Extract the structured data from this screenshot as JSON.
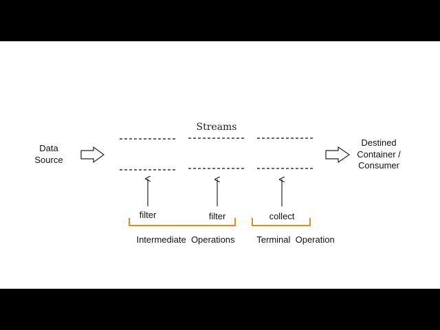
{
  "diagram": {
    "title": "Streams",
    "source": {
      "line1": "Data",
      "line2": "Source"
    },
    "destination": {
      "line1": "Destined",
      "line2": "Container /",
      "line3": "Consumer"
    },
    "operations": [
      {
        "label": "filter"
      },
      {
        "label": "filter"
      },
      {
        "label": "collect"
      }
    ],
    "groups": {
      "intermediate": "Intermediate  Operations",
      "terminal": "Terminal  Operation"
    },
    "brace_color": "#d9901f"
  }
}
